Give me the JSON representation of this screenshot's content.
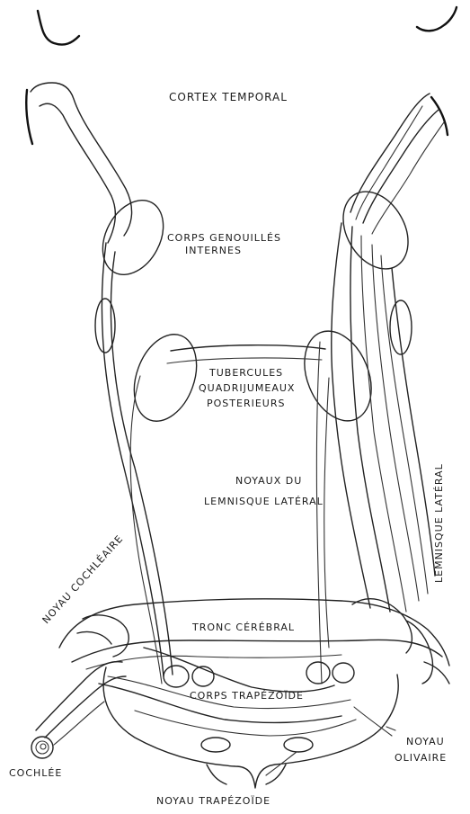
{
  "labels": {
    "cortex": "CORTEX TEMPORAL",
    "genouilles_1": "CORPS GENOUILLÉS",
    "genouilles_2": "INTERNES",
    "tubercules_1": "TUBERCULES",
    "tubercules_2": "QUADRIJUMEAUX",
    "tubercules_3": "POSTERIEURS",
    "noyaux_1": "NOYAUX DU",
    "noyaux_2": "LEMNISQUE LATÉRAL",
    "lemnisque": "LEMNISQUE LATÉRAL",
    "noyau_cochleaire": "NOYAU COCHLÉAIRE",
    "tronc": "TRONC CÉRÉBRAL",
    "trapezoide": "CORPS TRAPÉZOÏDE",
    "cochlee": "COCHLÉE",
    "olivaire_1": "NOYAU",
    "olivaire_2": "OLIVAIRE",
    "noyau_trapezoide": "NOYAU TRAPÉZOÏDE"
  },
  "colors": {
    "ink": "#222222",
    "paper": "#ffffff"
  }
}
